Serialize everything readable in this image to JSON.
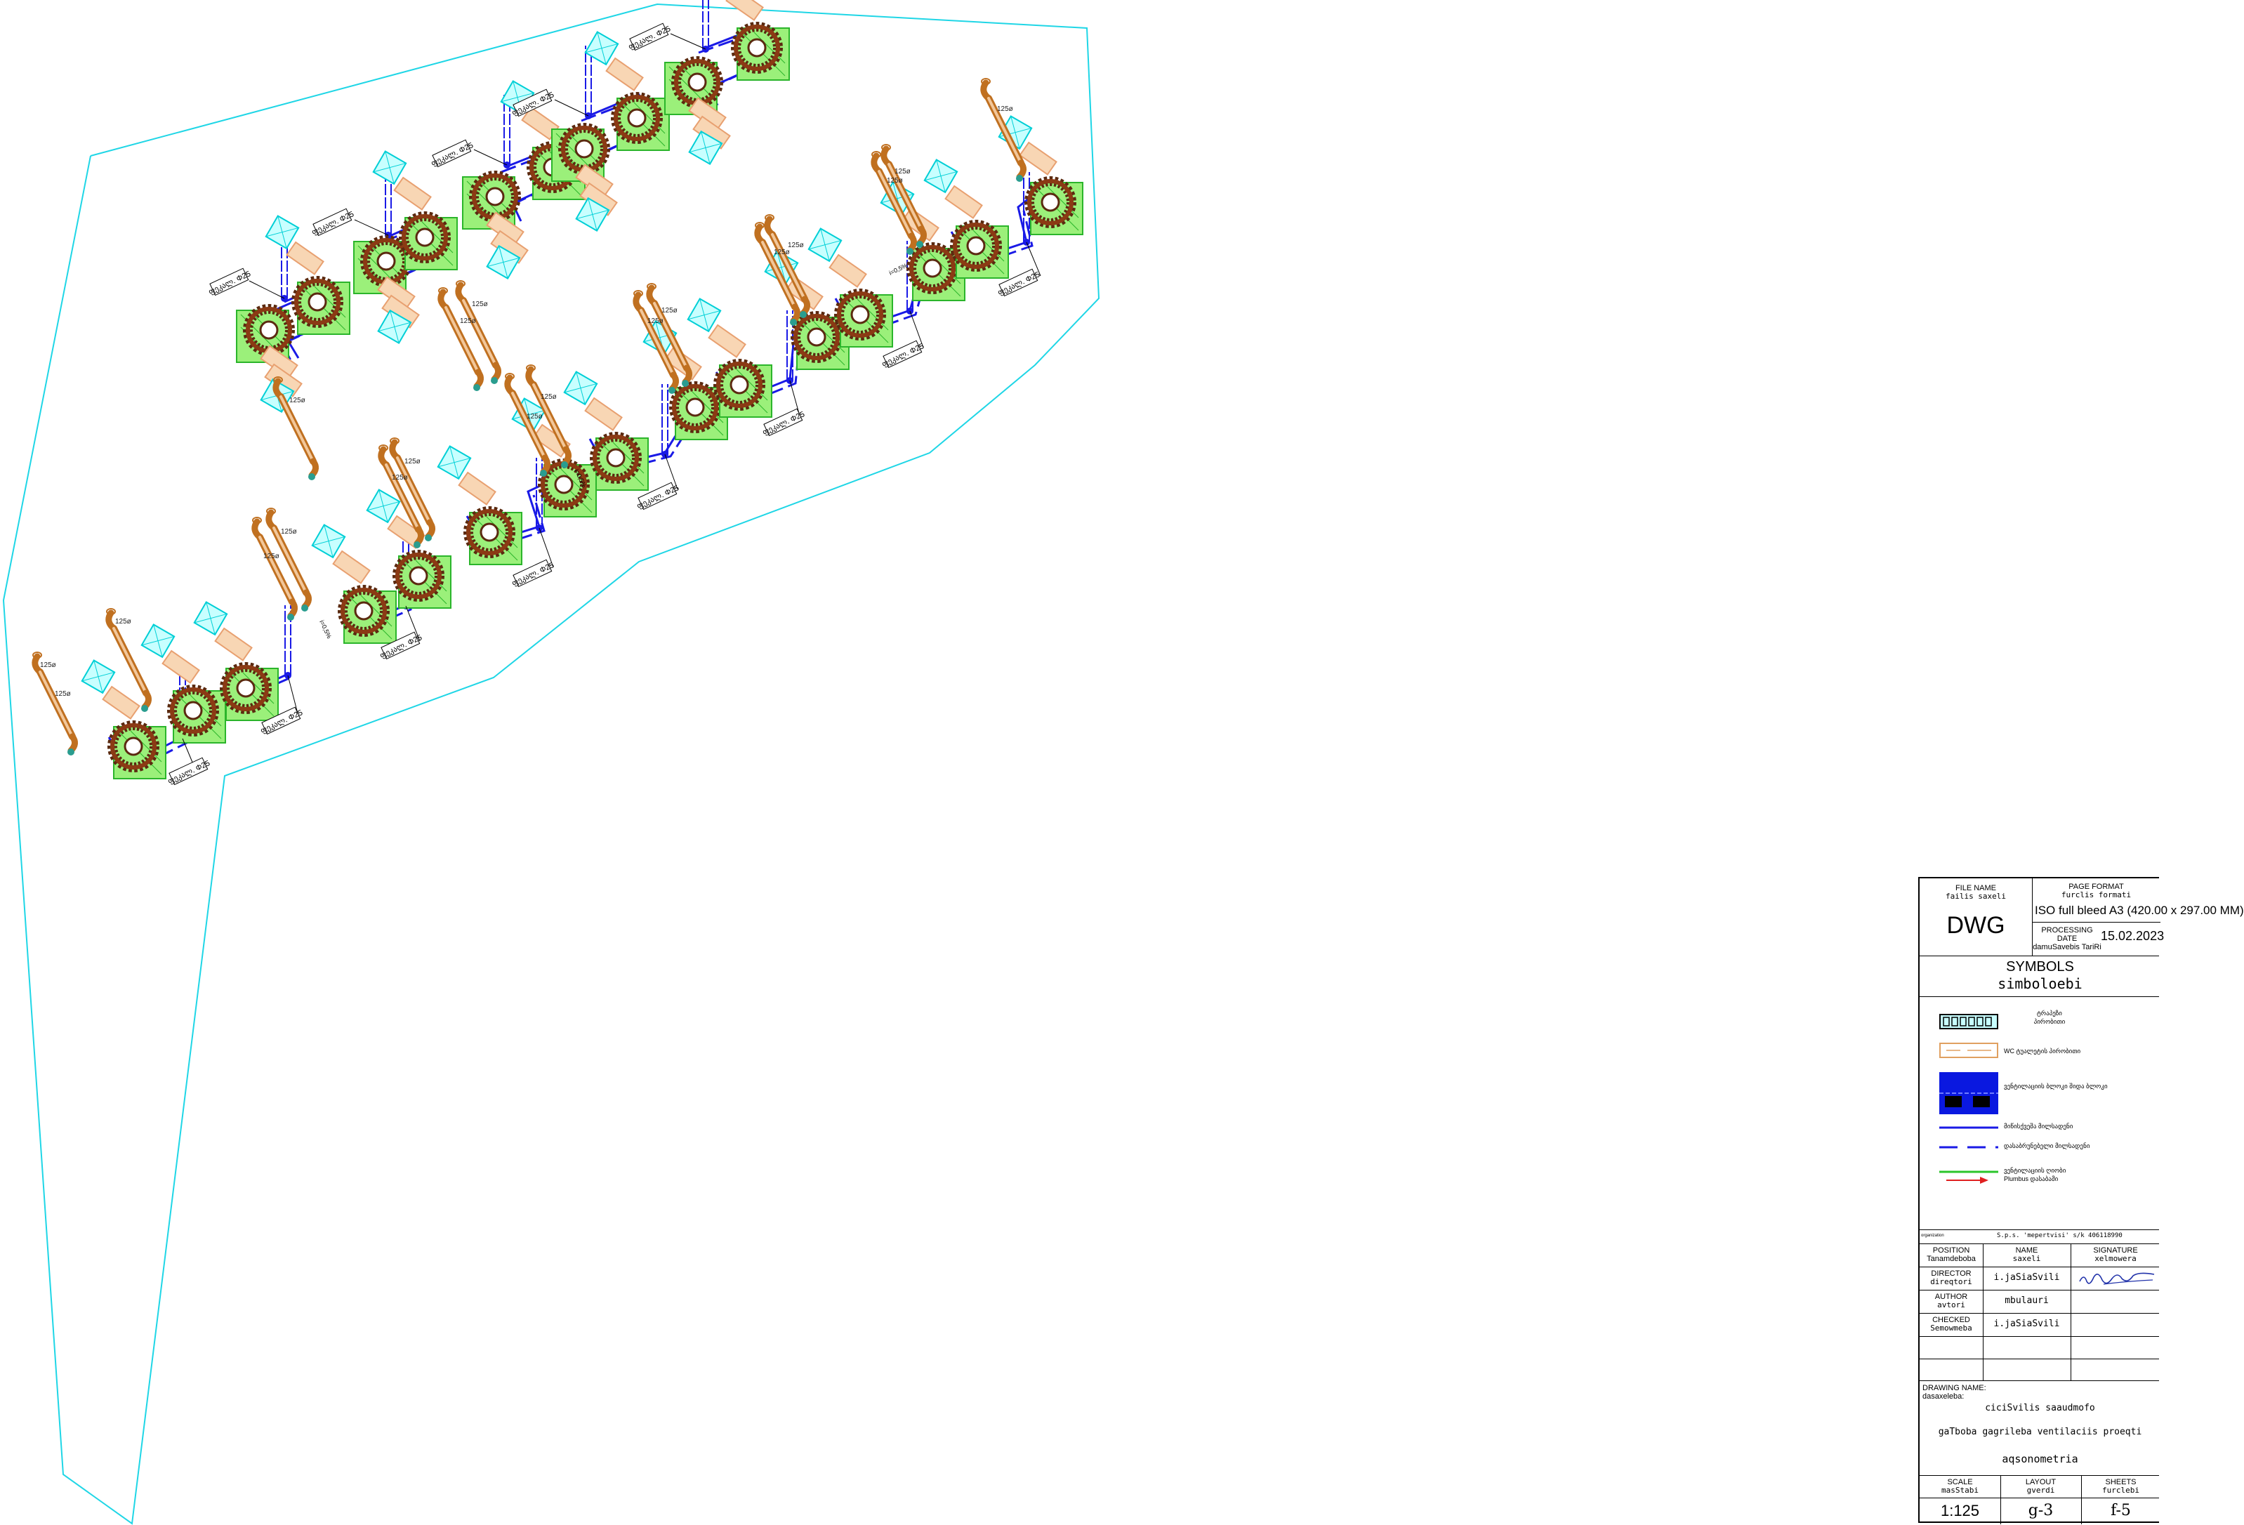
{
  "drawing": {
    "pipe_label": "ფეკალ. Φ25",
    "diameter_label": "125ø",
    "slope_label": "i=0,5%"
  },
  "title_block": {
    "file_name_label": "FILE NAME",
    "file_name_label_geo": "failis saxeli",
    "file_name_value": "DWG",
    "page_format_label": "PAGE FORMAT",
    "page_format_label_geo": "furclis formati",
    "page_format_value": "ISO full bleed A3 (420.00 x 297.00 MM)",
    "processing_date_label": "PROCESSING DATE",
    "processing_date_label_geo": "damuSavebis TariRi",
    "processing_date_value": "15.02.2023",
    "symbols_title": "SYMBOLS",
    "symbols_title_geo": "simboloebi",
    "legend": [
      {
        "icon": "radiator-icon",
        "text": "ტრაპეზი\nპირობითი"
      },
      {
        "icon": "wc-icon",
        "text": "WC ტუალეტის პირობითი"
      },
      {
        "icon": "block-icon",
        "text": "ვენტილაციის ბლოკი შიდა ბლოკი"
      },
      {
        "icon": "solid-blue-line-icon",
        "text": "მიწისქვეშა მილსადენი"
      },
      {
        "icon": "dashed-blue-line-icon",
        "text": "დასაბრუნებელი მილსადენი"
      },
      {
        "icon": "green-red-arrow-icon",
        "text": "ვენტილაციის ღიობი\nPlumbus დასაბამი"
      }
    ],
    "company_label": "organization",
    "company_value": "S.p.s. 'mepertvisi' s/k 406118990",
    "position_label": "POSITION",
    "position_label_geo": "Tanamdeboba",
    "name_label": "NAME",
    "name_label_geo": "saxeli",
    "signature_label": "SIGNATURE",
    "signature_label_geo": "xelmowera",
    "people": [
      {
        "role": "DIRECTOR",
        "role_geo": "direqtori",
        "name": "i.jaSiaSvili"
      },
      {
        "role": "AUTHOR",
        "role_geo": "avtori",
        "name": "mbulauri"
      },
      {
        "role": "CHECKED",
        "role_geo": "Semowmeba",
        "name": "i.jaSiaSvili"
      }
    ],
    "drawing_name_label": "DRAWING NAME:",
    "drawing_name_label_geo": "dasaxeleba:",
    "drawing_name_line1": "ciciSvilis saaudmofo",
    "drawing_name_line2": "gaTboba gagrileba ventilaciis proeqti",
    "drawing_name_line3": "aqsonometria",
    "scale_label": "SCALE",
    "scale_label_geo": "masStabi",
    "scale_value": "1:125",
    "layout_label": "LAYOUT",
    "layout_label_geo": "gverdi",
    "layout_value": "g-3",
    "sheets_label": "SHEETS",
    "sheets_label_geo": "furclebi",
    "sheets_value": "f-5"
  }
}
